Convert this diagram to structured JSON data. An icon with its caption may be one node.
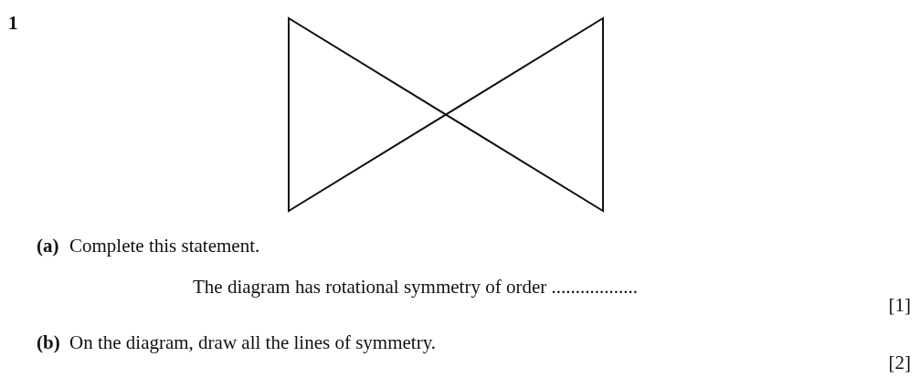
{
  "diagram": {
    "labels": [
      "1",
      "(a)",
      "Complete this statement.",
      "The diagram has rotational symmetry of order ..................",
      "[1]",
      "(b)",
      "On the diagram, draw all the lines of symmetry.",
      "[2]"
    ]
  }
}
